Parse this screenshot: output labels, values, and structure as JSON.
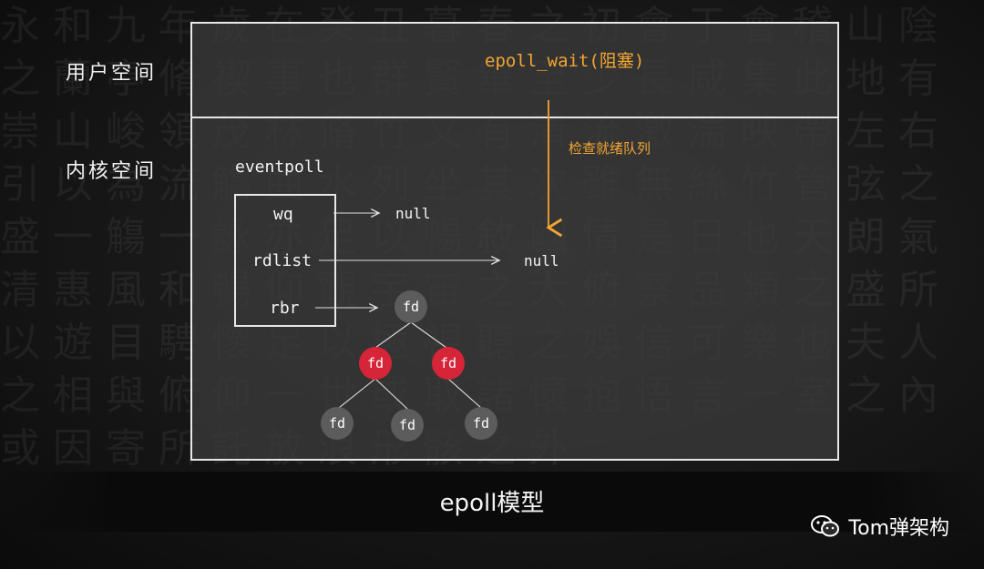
{
  "labels": {
    "user_space": "用户空间",
    "kernel_space": "内核空间"
  },
  "user": {
    "call": "epoll_wait(阻塞)"
  },
  "kernel": {
    "check_label": "检查就绪队列",
    "struct_name": "eventpoll",
    "fields": [
      "wq",
      "rdlist",
      "rbr"
    ],
    "wq_target": "null",
    "rdlist_target": "null"
  },
  "tree": {
    "root": "fd",
    "left": "fd",
    "right": "fd",
    "left_left": "fd",
    "left_right": "fd",
    "right_child": "fd"
  },
  "caption": "epoll模型",
  "watermark": "Tom弹架构",
  "colors": {
    "accent": "#f2a531",
    "red_node": "#d62438",
    "grey_node": "#5c5c5c"
  }
}
